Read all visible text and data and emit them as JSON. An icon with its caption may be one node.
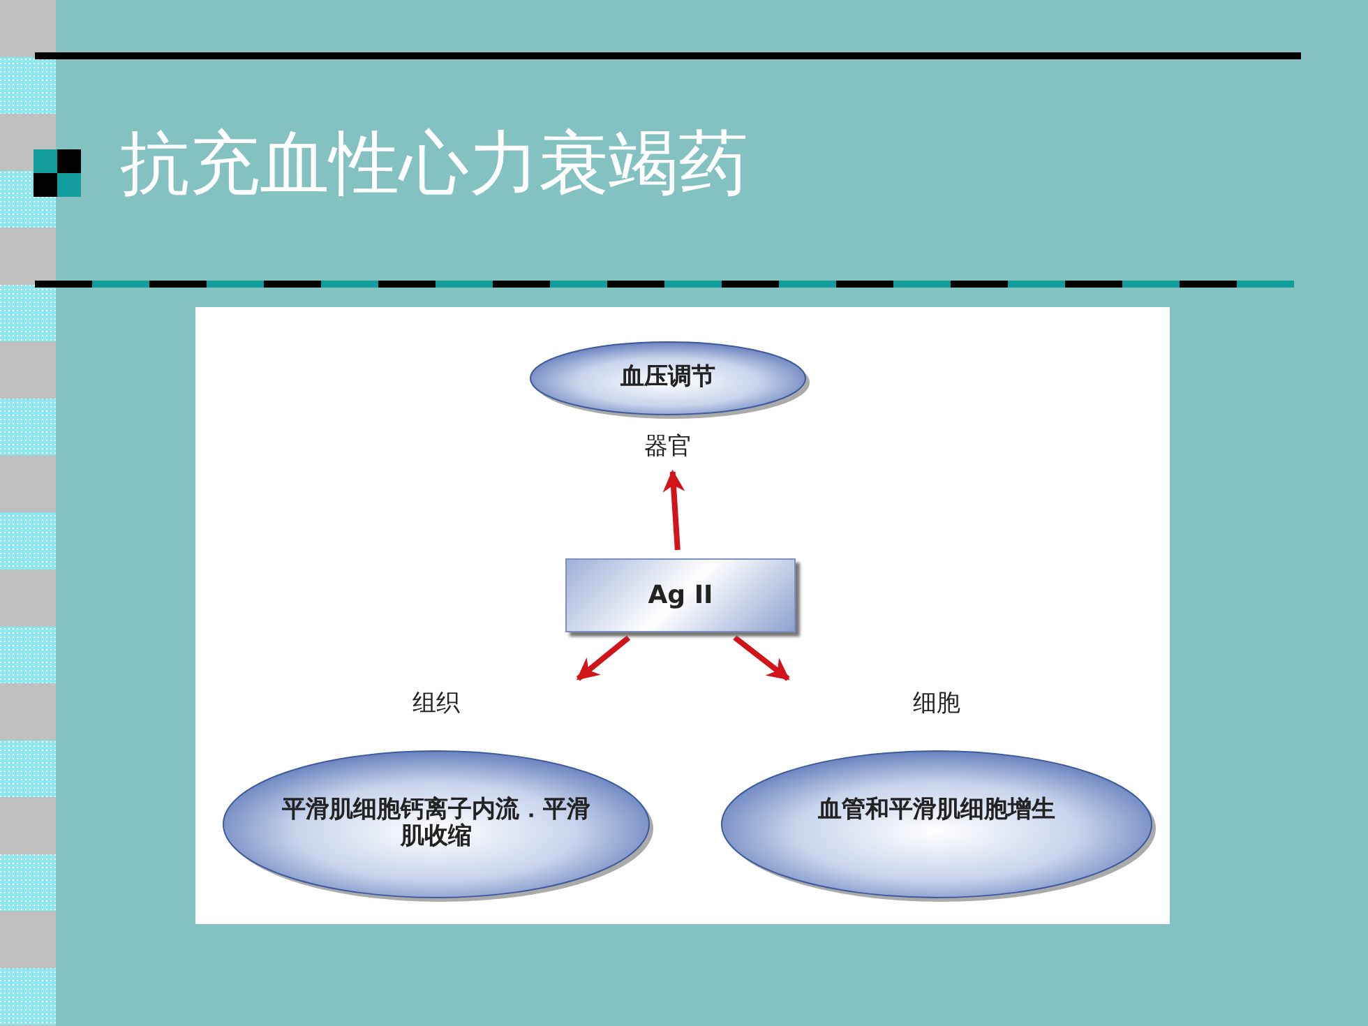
{
  "diagram": {
    "title": "抗充血性心力衰竭药",
    "nodes": [
      {
        "text": [
          "血压调节",
          "器官"
        ]
      },
      {
        "text": [
          "Ag II"
        ]
      },
      {
        "text": [
          "组织",
          "平滑肌细胞钙离子内流．平滑肌收缩"
        ]
      },
      {
        "text": [
          "细胞",
          "血管和平滑肌细胞增生"
        ]
      }
    ],
    "edges": [
      {
        "from": 1,
        "to": 0,
        "arrow": "to"
      },
      {
        "from": 1,
        "to": 2,
        "arrow": "to"
      },
      {
        "from": 1,
        "to": 3,
        "arrow": "to"
      }
    ]
  }
}
